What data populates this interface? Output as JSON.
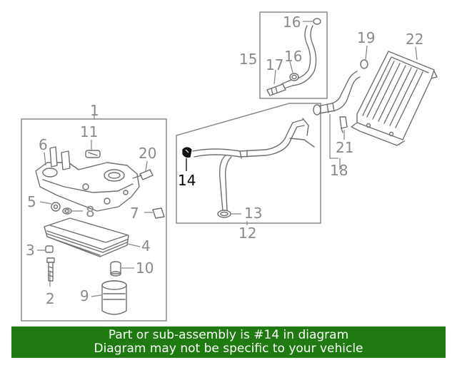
{
  "callouts": [
    {
      "id": "1",
      "text": "1"
    },
    {
      "id": "2",
      "text": "2"
    },
    {
      "id": "3",
      "text": "3"
    },
    {
      "id": "4",
      "text": "4"
    },
    {
      "id": "5",
      "text": "5"
    },
    {
      "id": "6",
      "text": "6"
    },
    {
      "id": "7",
      "text": "7"
    },
    {
      "id": "8",
      "text": "8"
    },
    {
      "id": "9",
      "text": "9"
    },
    {
      "id": "10",
      "text": "10"
    },
    {
      "id": "11",
      "text": "11"
    },
    {
      "id": "12",
      "text": "12"
    },
    {
      "id": "13",
      "text": "13"
    },
    {
      "id": "14",
      "text": "14"
    },
    {
      "id": "15",
      "text": "15"
    },
    {
      "id": "16a",
      "text": "16"
    },
    {
      "id": "16b",
      "text": "16"
    },
    {
      "id": "17",
      "text": "17"
    },
    {
      "id": "18",
      "text": "18"
    },
    {
      "id": "19",
      "text": "19"
    },
    {
      "id": "20",
      "text": "20"
    },
    {
      "id": "21",
      "text": "21"
    },
    {
      "id": "22",
      "text": "22"
    }
  ],
  "highlighted_part": "14",
  "colors": {
    "banner_bg": "#1f7a12",
    "banner_text": "#ffffff",
    "callout": "#8a8a8a",
    "highlight": "#000000",
    "line_art": "#6f6f6f"
  },
  "banner": {
    "line1": "Part or sub-assembly is #14 in diagram",
    "line2": "Diagram may not be specific to your vehicle"
  }
}
